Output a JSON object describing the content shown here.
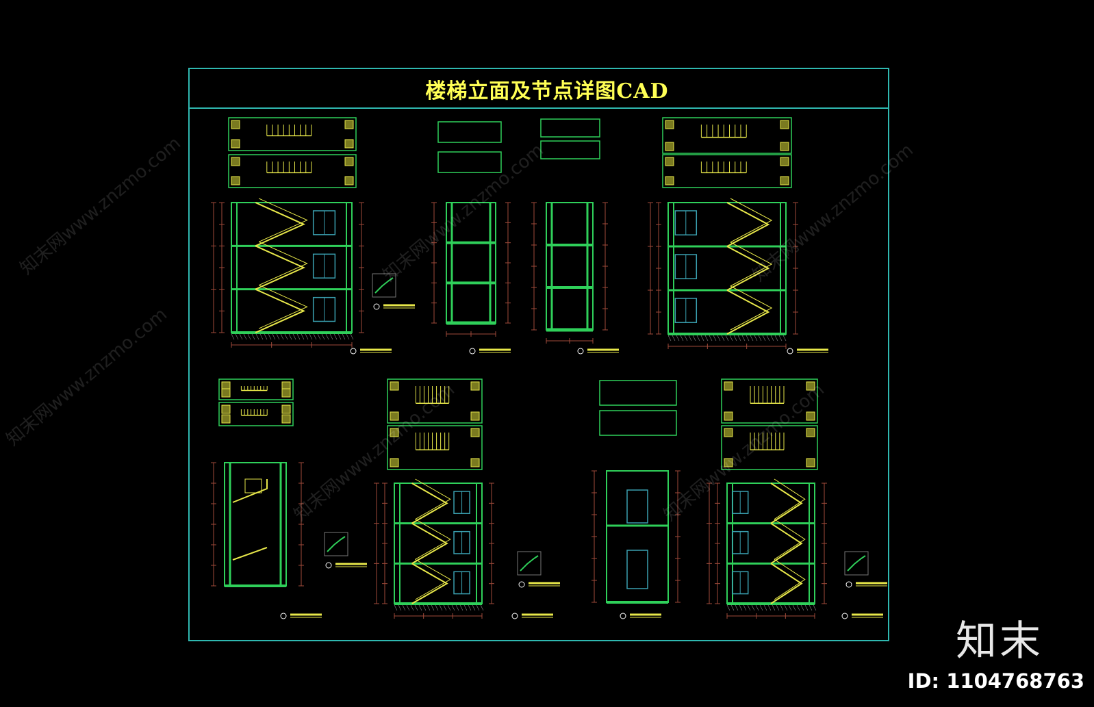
{
  "drawing": {
    "title": "楼梯立面及节点详图CAD"
  },
  "watermark": {
    "brand": "知末",
    "id_text": "ID: 1104768763",
    "tile_text": "知末网www.znzmo.com"
  },
  "colors": {
    "background": "#000000",
    "frame": "#2fb8b0",
    "title": "#ffff55",
    "wall": "#2fd05a",
    "stair": "#e8e84a",
    "dimension": "#a04a3a",
    "window": "#3aa0b0"
  },
  "panels": [
    {
      "kind": "stair-elevation"
    },
    {
      "kind": "shaft-section"
    },
    {
      "kind": "shaft-section"
    },
    {
      "kind": "stair-elevation"
    },
    {
      "kind": "small-section"
    },
    {
      "kind": "stair-elevation"
    },
    {
      "kind": "door-elevation"
    },
    {
      "kind": "stair-elevation"
    }
  ]
}
